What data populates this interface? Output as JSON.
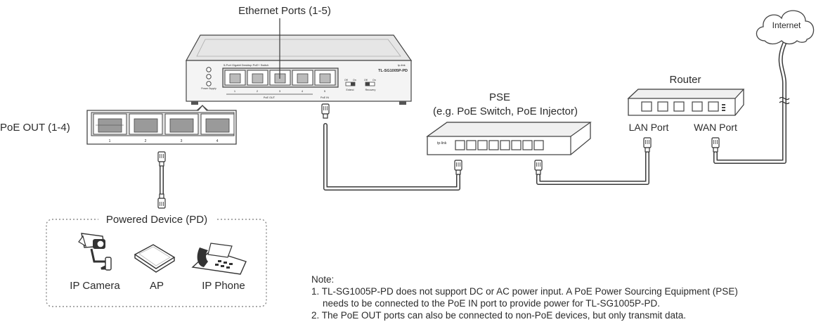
{
  "labels": {
    "ethernet_ports": "Ethernet Ports (1-5)",
    "poe_out": "PoE OUT (1-4)",
    "powered_device": "Powered Device (PD)",
    "ip_camera": "IP Camera",
    "ap": "AP",
    "ip_phone": "IP Phone",
    "pse_title": "PSE",
    "pse_sub": "(e.g. PoE Switch, PoE Injector)",
    "router": "Router",
    "lan_port": "LAN Port",
    "wan_port": "WAN Port",
    "internet": "Internet"
  },
  "switch_front": {
    "model": "TL-SG1005P-PD",
    "brand": "tp-link",
    "description": "5-Port Gigabit Desktop PoE+ Switch",
    "port_numbers": [
      "1",
      "2",
      "3",
      "4",
      "5"
    ],
    "poe_out_label": "PoE OUT",
    "poe_in_label": "PoE IN",
    "extend_label": "Extend",
    "recovery_label": "Recovery",
    "power_label": "Power Supply",
    "off": "Off",
    "on": "On"
  },
  "zoom_ports": [
    "1",
    "2",
    "3",
    "4"
  ],
  "pse_brand": "tp-link",
  "note": {
    "title": "Note:",
    "line1": "1. TL-SG1005P-PD does not support DC or AC power input. A PoE Power Sourcing Equipment (PSE)",
    "line1b": "needs to be connected to the PoE IN port to provide power for TL-SG1005P-PD.",
    "line2": "2. The PoE OUT ports can also be connected to non-PoE devices, but only transmit data."
  }
}
